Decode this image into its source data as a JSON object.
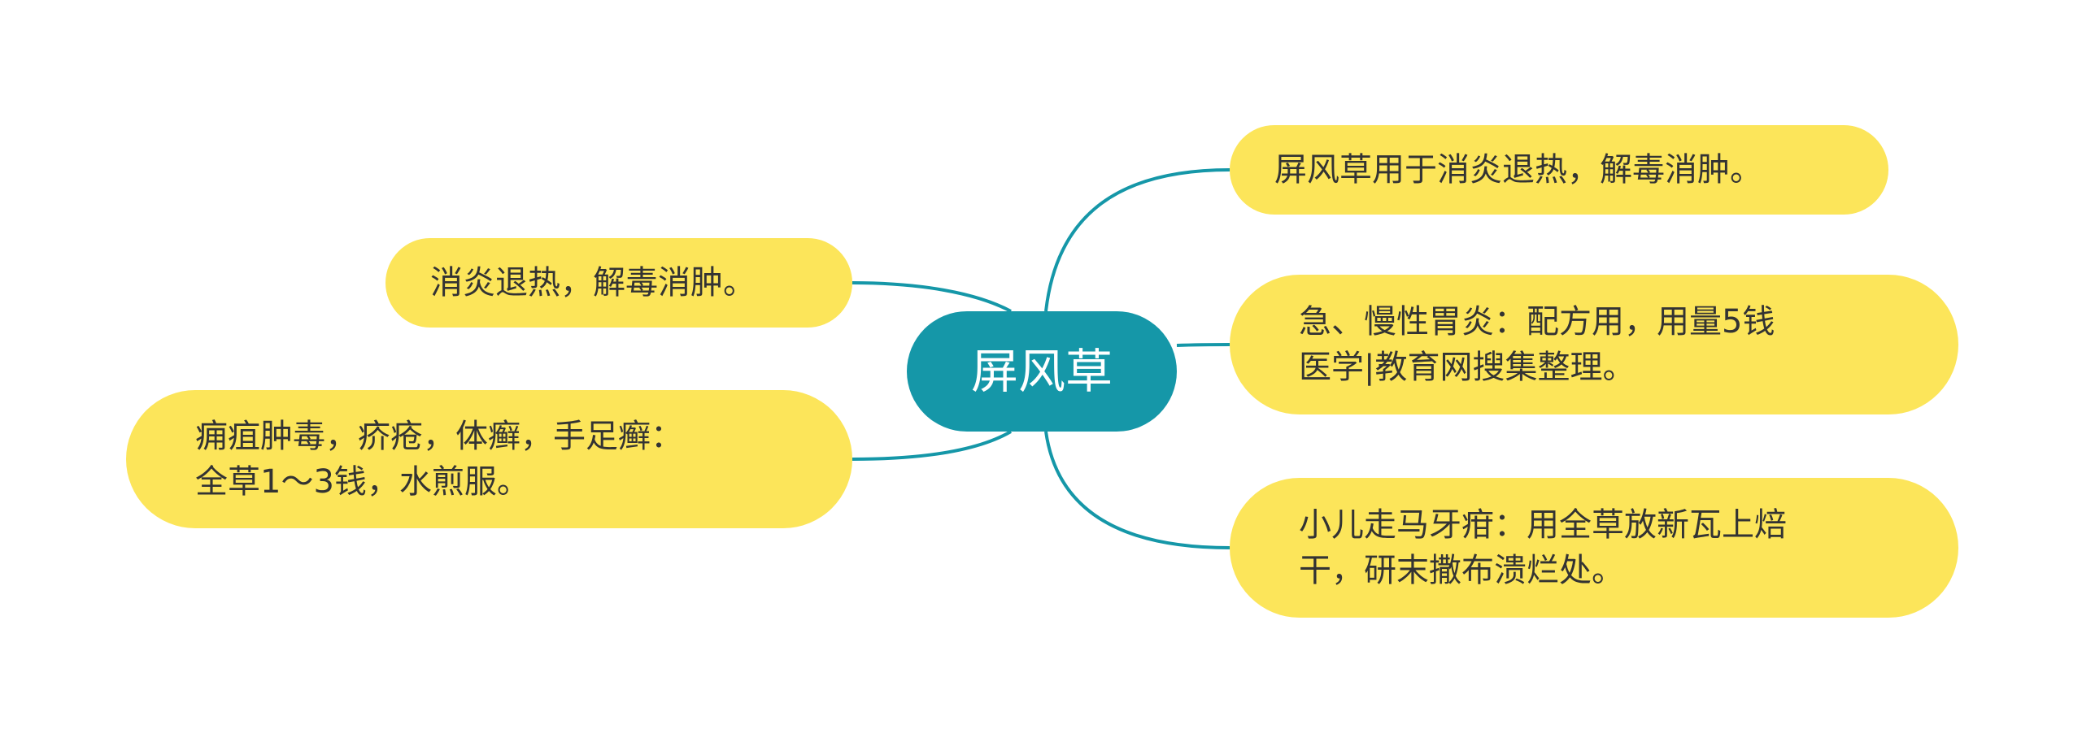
{
  "colors": {
    "center_fill": "#1597A8",
    "branch_fill": "#FCE55A",
    "connector": "#1597A8",
    "branch_text": "#333333",
    "center_text": "#FFFFFF"
  },
  "center": {
    "label": "屏风草"
  },
  "branches": {
    "right": [
      {
        "lines": [
          "屏风草用于消炎退热，解毒消肿。"
        ]
      },
      {
        "lines": [
          "急、慢性胃炎：配方用，用量5钱",
          "医学|教育网搜集整理。"
        ]
      },
      {
        "lines": [
          "小儿走马牙疳：用全草放新瓦上焙",
          "干，研末撒布溃烂处。"
        ]
      }
    ],
    "left": [
      {
        "lines": [
          "消炎退热，解毒消肿。"
        ]
      },
      {
        "lines": [
          "痈疽肿毒，疥疮，体癣，手足癣：",
          "全草1～3钱，水煎服。"
        ]
      }
    ]
  }
}
